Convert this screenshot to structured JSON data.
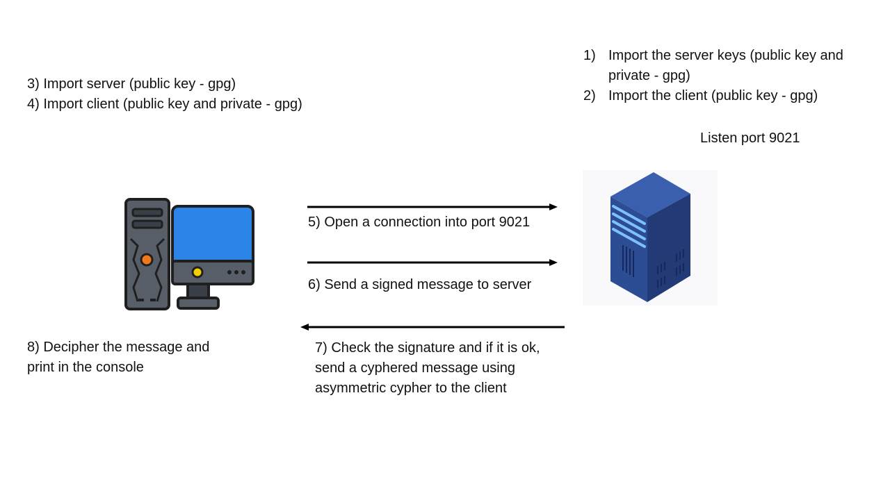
{
  "server_steps": [
    {
      "number": "1)",
      "text": "Import the server keys (public key and private - gpg)"
    },
    {
      "number": "2)",
      "text": "Import the client (public key - gpg)"
    }
  ],
  "listen_label": "Listen port 9021",
  "client_steps": [
    "3) Import server (public key - gpg)",
    "4) Import client (public key and private - gpg)"
  ],
  "arrows": {
    "step5": "5) Open a connection into port 9021",
    "step6": "6) Send a signed message to server",
    "step7": [
      "7) Check the signature and if it is ok,",
      "send a cyphered message using",
      "asymmetric cypher to the client"
    ]
  },
  "step8": [
    "8) Decipher the message and",
    "print in the console"
  ],
  "icons": {
    "client": "desktop-computer-icon",
    "server": "server-rack-icon"
  },
  "colors": {
    "screen": "#2b84e6",
    "case": "#585e68",
    "server": "#2f4f93",
    "server_light": "#7ec0ff",
    "arrow": "#000000"
  }
}
